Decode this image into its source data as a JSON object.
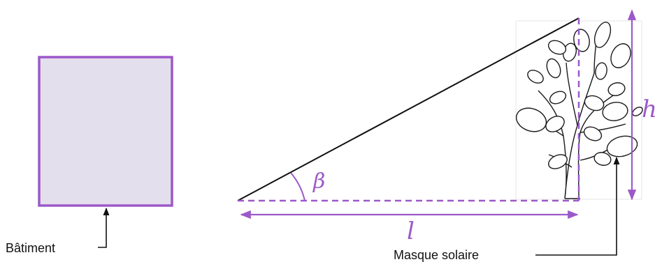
{
  "labels": {
    "building": "Bâtiment",
    "solar_mask": "Masque solaire",
    "angle": "β",
    "length": "l",
    "height": "h"
  },
  "colors": {
    "accent": "#9b59c9",
    "building_fill": "#e4dfec",
    "line": "#111111"
  }
}
